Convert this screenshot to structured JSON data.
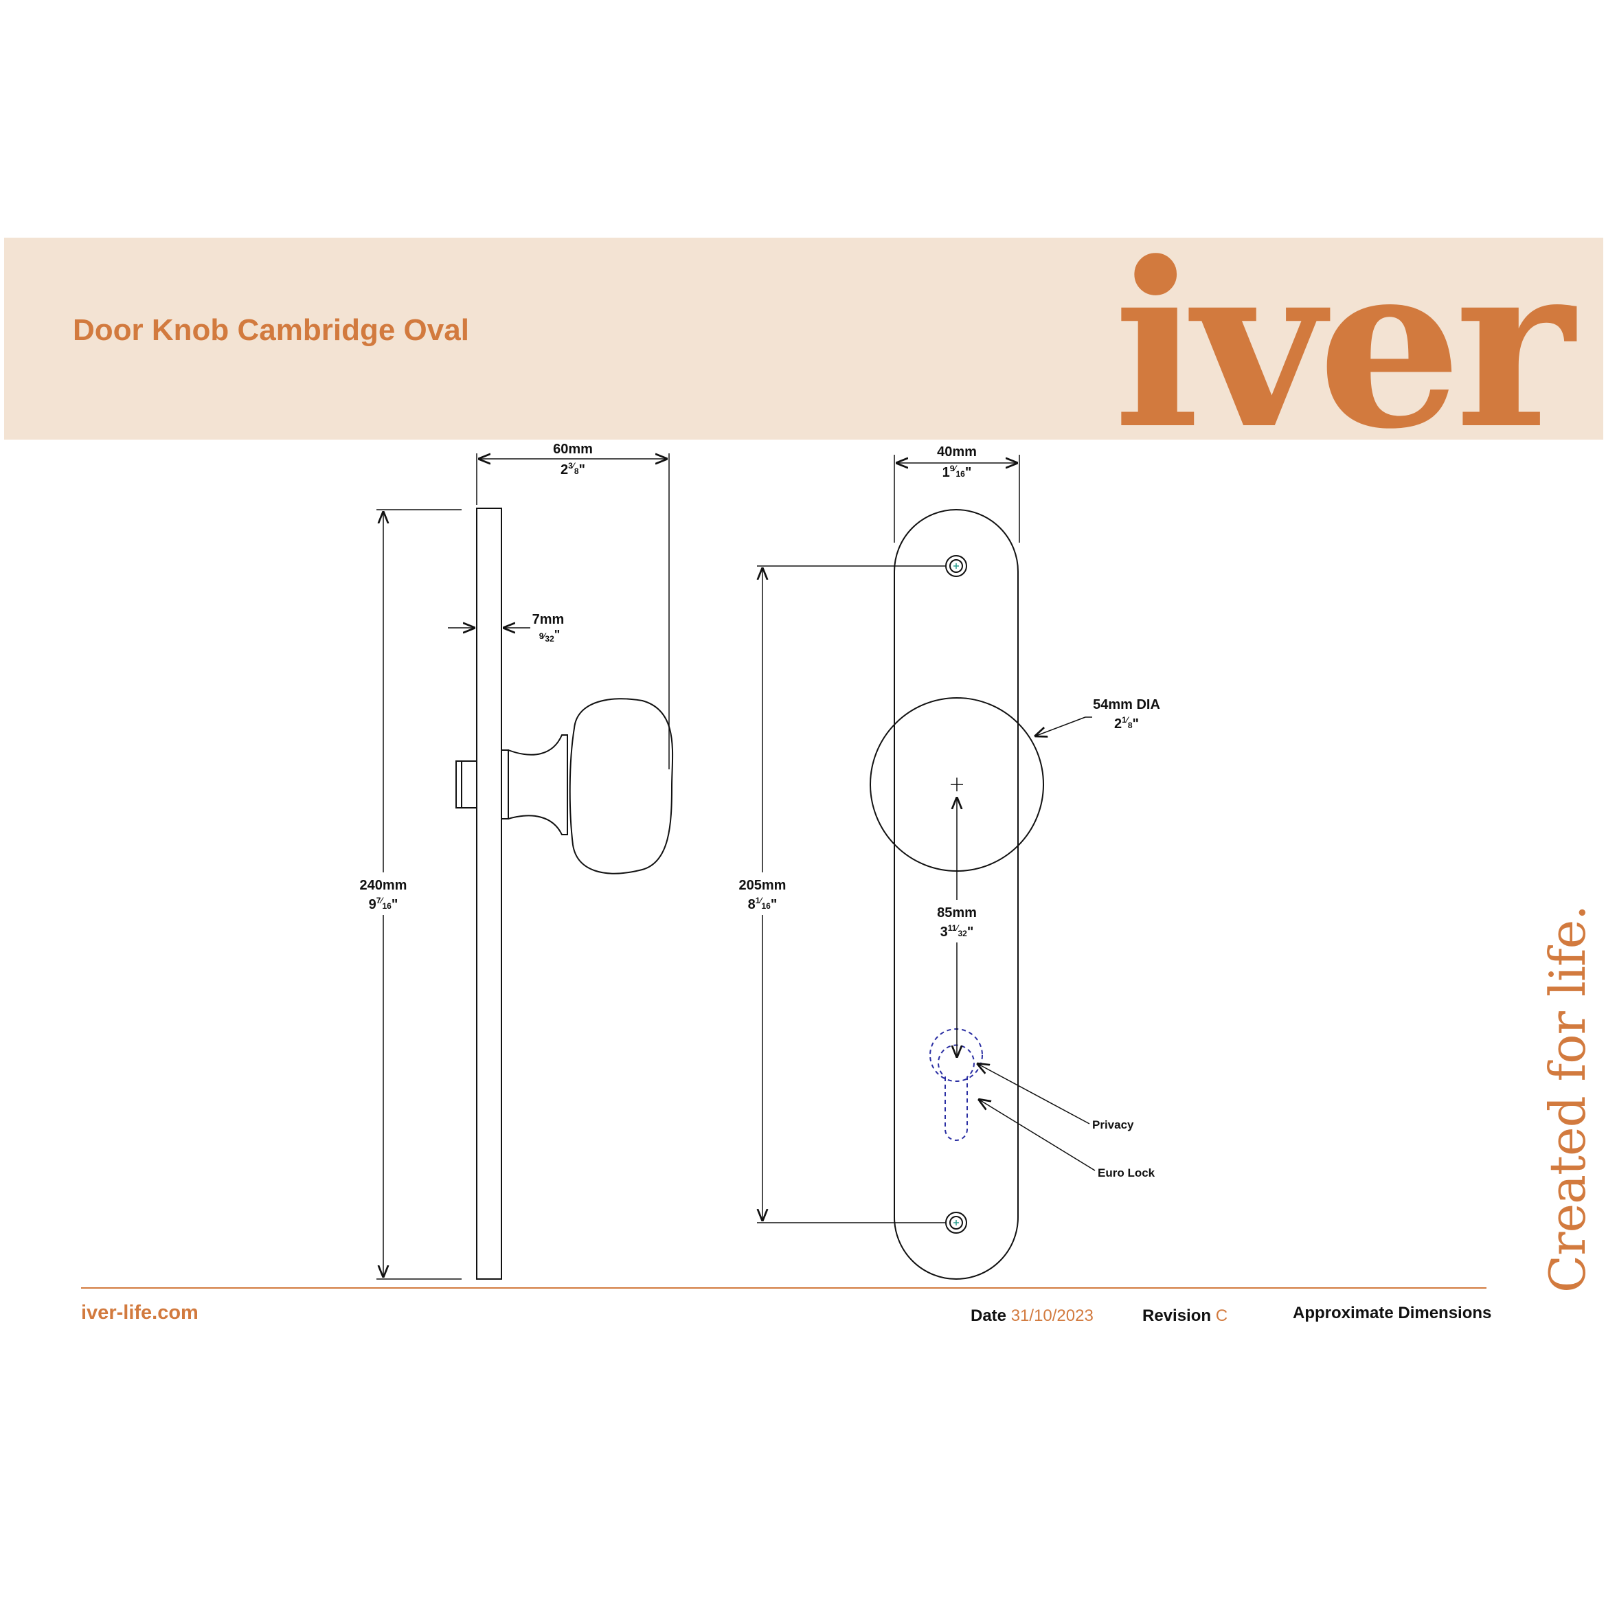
{
  "header": {
    "title": "Door Knob Cambridge Oval",
    "logo_text": "iver",
    "background_color": "#f3e3d3",
    "accent_color": "#d27a3e"
  },
  "tagline": "Created for life.",
  "footer": {
    "website": "iver-life.com",
    "date_label": "Date",
    "date_value": "31/10/2023",
    "revision_label": "Revision",
    "revision_value": "C",
    "note": "Approximate Dimensions"
  },
  "dimensions": {
    "projection": {
      "mm": "60mm",
      "whole": "2",
      "num": "3",
      "den": "8",
      "inch": "\""
    },
    "plate_thickness": {
      "mm": "7mm",
      "whole": "",
      "num": "9",
      "den": "32",
      "inch": "\""
    },
    "overall_height": {
      "mm": "240mm",
      "whole": "9",
      "num": "7",
      "den": "16",
      "inch": "\""
    },
    "plate_width": {
      "mm": "40mm",
      "whole": "1",
      "num": "9",
      "den": "16",
      "inch": "\""
    },
    "knob_diameter": {
      "mm": "54mm DIA",
      "whole": "2",
      "num": "1",
      "den": "8",
      "inch": "\""
    },
    "fixing_centres": {
      "mm": "205mm",
      "whole": "8",
      "num": "1",
      "den": "16",
      "inch": "\""
    },
    "backset": {
      "mm": "85mm",
      "whole": "3",
      "num": "11",
      "den": "32",
      "inch": "\""
    }
  },
  "callouts": {
    "privacy": "Privacy",
    "euro_lock": "Euro Lock"
  }
}
